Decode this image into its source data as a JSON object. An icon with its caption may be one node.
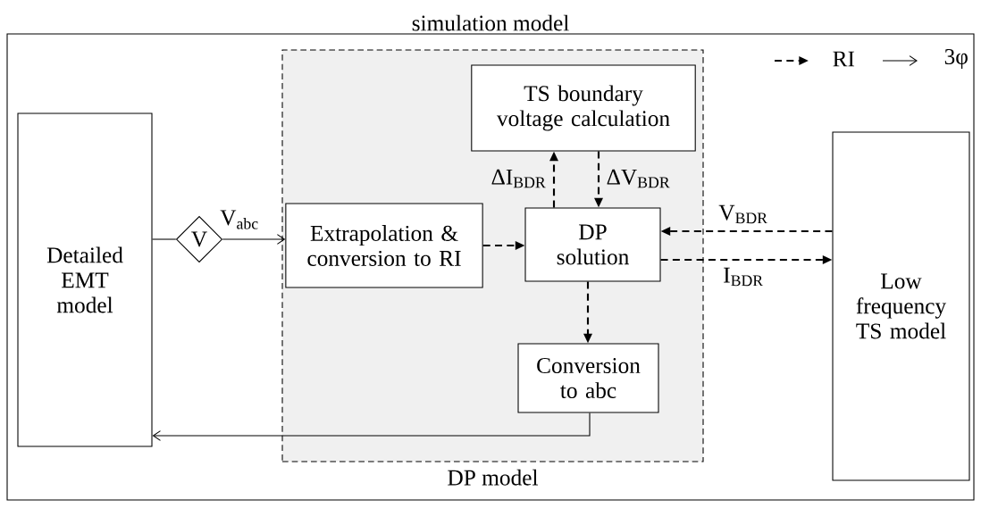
{
  "diagram": {
    "nodes": [
      {
        "text": [
          "simulation model"
        ]
      },
      {
        "text": [
          "Detailed EMT model"
        ],
        "in": 0
      },
      {
        "text": [
          "V"
        ],
        "in": 0
      },
      {
        "text": [
          "DP model"
        ],
        "in": 0
      },
      {
        "text": [
          "Extrapolation & conversion to RI"
        ],
        "in": 3
      },
      {
        "text": [
          "TS boundary voltage calculation"
        ],
        "in": 3
      },
      {
        "text": [
          "DP solution"
        ],
        "in": 3
      },
      {
        "text": [
          "Conversion to abc"
        ],
        "in": 3
      },
      {
        "text": [
          "Low frequency TS model"
        ],
        "in": 0
      }
    ],
    "edges": [
      {
        "from": 1,
        "to": 2,
        "arrow": "none"
      },
      {
        "from": 2,
        "to": 4,
        "arrow": "to",
        "label": "V$_{abc}$"
      },
      {
        "from": 4,
        "to": 6,
        "arrow": "to",
        "style": "dashed"
      },
      {
        "from": 6,
        "to": 5,
        "arrow": "to",
        "style": "dashed",
        "label": "ΔI$_{BDR}$"
      },
      {
        "from": 5,
        "to": 6,
        "arrow": "to",
        "style": "dashed",
        "label": "ΔV$_{BDR}$"
      },
      {
        "from": 8,
        "to": 6,
        "arrow": "to",
        "style": "dashed",
        "label": "V$_{BDR}$"
      },
      {
        "from": 6,
        "to": 8,
        "arrow": "to",
        "style": "dashed",
        "label": "I$_{BDR}$"
      },
      {
        "from": 6,
        "to": 7,
        "arrow": "to",
        "style": "dashed"
      },
      {
        "from": 7,
        "to": 1,
        "arrow": "to"
      }
    ],
    "legend": [
      {
        "text": "RI"
      },
      {
        "text": "3φ"
      }
    ]
  }
}
